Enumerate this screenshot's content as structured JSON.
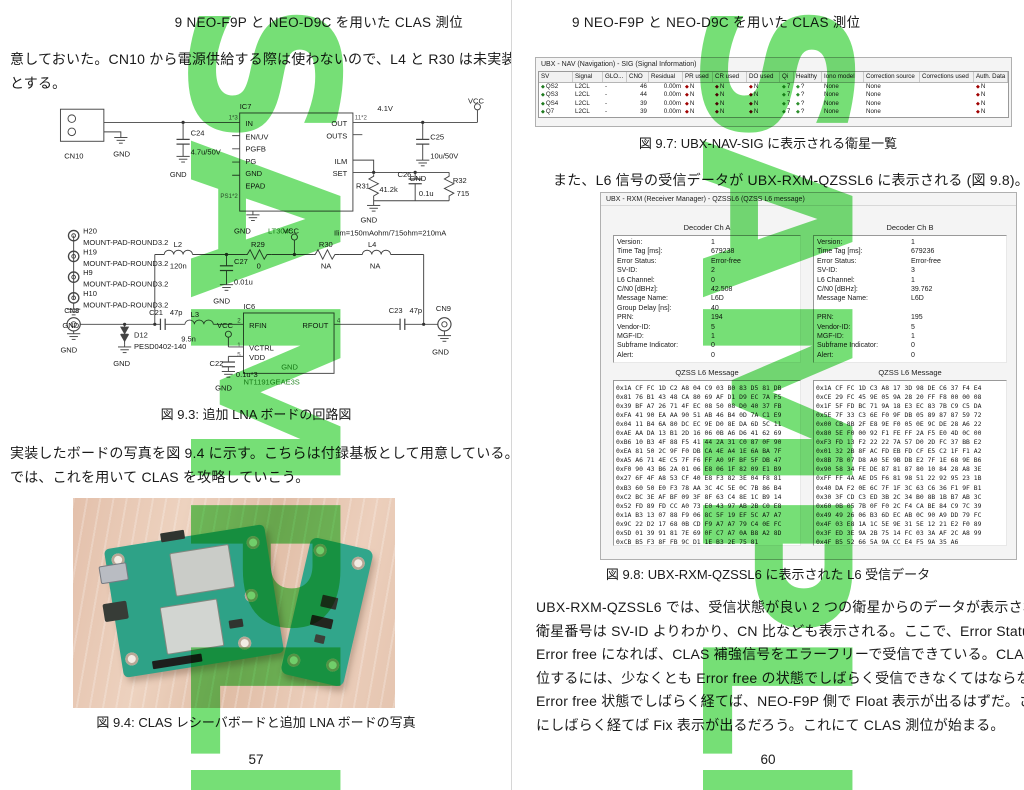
{
  "wm": "SAMPLE",
  "accent_green": "#58d858",
  "lp": {
    "header": "9 NEO-F9P と NEO-D9C を用いた CLAS 測位",
    "para1": [
      "意しておいた。CN10 から電源供給する際は使わないので、L4 と R30 は未実装",
      "とする。"
    ],
    "fig93_caption": "図 9.3: 追加 LNA ボードの回路図",
    "para2": [
      "実装したボードの写真を図 9.4 に示す。こちらは付録基板として用意している。",
      "では、これを用いて CLAS を攻略していこう。"
    ],
    "fig94_caption": "図 9.4: CLAS レシーバボードと追加 LNA ボードの写真",
    "page_number": "57",
    "schematic": {
      "labels": [
        "CN10",
        "GND",
        "C24",
        "4.7u/50V",
        "GND",
        "IC7",
        "IN",
        "EN/UV",
        "PGFB",
        "PG",
        "GND",
        "EPAD",
        "OUT",
        "OUTS",
        "ILM",
        "SET",
        "1*3",
        "11*2",
        "PS1*2",
        "LT3045",
        "GND",
        "4.1V",
        "VCC",
        "C25",
        "10u/50V",
        "GND",
        "R31",
        "41.2k",
        "C26",
        "0.1u",
        "R32",
        "715",
        "GND",
        "Ilim=150mAohm/715ohm=210mA",
        "H20",
        "MOUNT-PAD-ROUND3.2",
        "H19",
        "MOUNT-PAD-ROUND3.2",
        "H9",
        "MOUNT-PAD-ROUND3.2",
        "H10",
        "MOUNT-PAD-ROUND3.2",
        "GND",
        "L2",
        "120n",
        "C27",
        "0.01u",
        "GND",
        "R29",
        "0",
        "VCC",
        "R30",
        "NA",
        "L4",
        "NA",
        "CN8",
        "C21",
        "47p",
        "L3",
        "9.5n",
        "D12",
        "PESD0402-140",
        "GND",
        "GND",
        "IC6",
        "RFIN",
        "RFOUT",
        "VCTRL",
        "VDD",
        "GND",
        "NT1191GEAE3S",
        "2",
        "4",
        "1",
        "5",
        "VCC",
        "C22",
        "0.1u*3",
        "GND",
        "C23",
        "47p",
        "CN9",
        "GND"
      ]
    }
  },
  "rp": {
    "header": "9 NEO-F9P と NEO-D9C を用いた CLAS 測位",
    "navsig": {
      "title": "UBX - NAV (Navigation) - SIG (Signal Information)",
      "columns": [
        "SV",
        "Signal",
        "GLO...",
        "CNO",
        "Residual",
        "PR used",
        "CR used",
        "DO used",
        "Qi",
        "Healthy",
        "Iono model",
        "Correction source",
        "Corrections used",
        "Auth. Data"
      ],
      "rows": [
        {
          "sv": "QS2",
          "signal": "L2CL",
          "glo": "-",
          "cno": "46",
          "residual": "0.00m",
          "pr": "N",
          "cr": "N",
          "do": "N",
          "qi": "7",
          "healthy": "?",
          "iono": "None",
          "corr_src": "None",
          "corr_used": "",
          "auth": "N"
        },
        {
          "sv": "QS3",
          "signal": "L2CL",
          "glo": "-",
          "cno": "44",
          "residual": "0.00m",
          "pr": "N",
          "cr": "N",
          "do": "N",
          "qi": "7",
          "healthy": "?",
          "iono": "None",
          "corr_src": "None",
          "corr_used": "",
          "auth": "N"
        },
        {
          "sv": "QS4",
          "signal": "L2CL",
          "glo": "-",
          "cno": "39",
          "residual": "0.00m",
          "pr": "N",
          "cr": "N",
          "do": "N",
          "qi": "7",
          "healthy": "?",
          "iono": "None",
          "corr_src": "None",
          "corr_used": "",
          "auth": "N"
        },
        {
          "sv": "Q7",
          "signal": "L2CL",
          "glo": "-",
          "cno": "39",
          "residual": "0.00m",
          "pr": "N",
          "cr": "N",
          "do": "N",
          "qi": "7",
          "healthy": "?",
          "iono": "None",
          "corr_src": "None",
          "corr_used": "",
          "auth": "N"
        }
      ]
    },
    "fig97_caption": "図 9.7: UBX-NAV-SIG に表示される衛星一覧",
    "para1": "また、L6 信号の受信データが UBX-RXM-QZSSL6 に表示される (図 9.8)。",
    "rxm": {
      "title": "UBX - RXM (Receiver Manager) - QZSSL6 (QZSS L6 message)",
      "chA": {
        "heading": "Decoder Ch A",
        "fields": [
          {
            "label": "Version:",
            "value": "1"
          },
          {
            "label": "Time Tag [ms]:",
            "value": "679238"
          },
          {
            "label": "Error Status:",
            "value": "Error-free"
          },
          {
            "label": "SV-ID:",
            "value": "2"
          },
          {
            "label": "L6 Channel:",
            "value": "0"
          },
          {
            "label": "C/N0 [dBHz]:",
            "value": "42.508"
          },
          {
            "label": "Message Name:",
            "value": "L6D"
          },
          {
            "label": "Group Delay [ns]:",
            "value": "40"
          },
          {
            "label": "PRN:",
            "value": "194"
          },
          {
            "label": "Vendor-ID:",
            "value": "5"
          },
          {
            "label": "MGF-ID:",
            "value": "1"
          },
          {
            "label": "Subframe Indicator:",
            "value": "0"
          },
          {
            "label": "Alert:",
            "value": "0"
          }
        ],
        "msg_heading": "QZSS L6 Message",
        "hex": [
          "0x1A CF FC 1D C2 A8 04 C9 03 B0 83 D5 81 DB",
          "0x81 76 B1 43 48 CA 80 69 AF D1 D9 EC 7A F5",
          "0x39 BF A7 26 71 4F EC 08 50 08 D0 40 37 FB",
          "0xFA 41 90 EA AA 90 51 AB 46 B4 0D 7A C1 E9",
          "0x04 11 B4 6A 80 DC EC 9E D0 8E DA 6D 5C 11",
          "0xAE AA DA 13 B1 2D 16 06 0B A6 D6 41 62 69",
          "0xB6 10 B3 4F 88 F5 41 44 2A 31 C0 87 0F 90",
          "0xEA 81 50 2C 9F F0 DB CA 4E A4 1E 6A BA 7F",
          "0xA5 A6 71 4E C5 7F F6 FF A0 9F BF 5F DB 47",
          "0xF0 90 43 B6 2A 01 06 E8 06 1F 82 09 E1 B9",
          "0x27 6F 4F A8 53 CF 40 E8 F3 82 3E 04 F8 81",
          "0xB3 60 50 E0 F3 78 AA 3C 4C 5E 0C 7B 86 B4",
          "0xC2 BC 3E AF BF 09 3F 8F 63 C4 8E 1C B9 14",
          "0x52 FD 89 FD CC A0 73 E0 43 97 AB 2B C0 E8",
          "0x1A B3 13 07 88 F9 06 8C 5F 19 EF 5C A7 A7",
          "0x9C 22 D2 17 68 0B CD F9 A7 A7 79 C4 0E FC",
          "0x5D 01 39 91 81 7E 69 0F C7 A7 0A B8 A2 8D",
          "0xCB B5 F3 8F FB 9C D1 1E B3 2E 75 81"
        ]
      },
      "chB": {
        "heading": "Decoder Ch B",
        "fields": [
          {
            "label": "Version:",
            "value": "1"
          },
          {
            "label": "Time Tag [ms]:",
            "value": "679236"
          },
          {
            "label": "Error Status:",
            "value": "Error-free"
          },
          {
            "label": "SV-ID:",
            "value": "3"
          },
          {
            "label": "L6 Channel:",
            "value": "1"
          },
          {
            "label": "C/N0 [dBHz]:",
            "value": "39.762"
          },
          {
            "label": "Message Name:",
            "value": "L6D"
          },
          {
            "label": "",
            "value": ""
          },
          {
            "label": "PRN:",
            "value": "195"
          },
          {
            "label": "Vendor-ID:",
            "value": "5"
          },
          {
            "label": "MGF-ID:",
            "value": "1"
          },
          {
            "label": "Subframe Indicator:",
            "value": "0"
          },
          {
            "label": "Alert:",
            "value": "0"
          }
        ],
        "msg_heading": "QZSS L6 Message",
        "hex": [
          "0x1A CF FC 1D C3 A8 17 3D 98 DE C6 37 F4 E4",
          "0xCE 29 FC 45 9E 05 9A 28 20 FF F8 00 00 08",
          "0x1F 5F FD BC 71 9A 18 E3 EC 83 7B C9 C5 DA",
          "0x5E 7F 33 C3 6E F0 9F DB 05 89 87 87 59 72",
          "0x00 CB 8B 2F E8 9E F0 05 0E 9C DE 28 A6 22",
          "0x80 5E F0 00 92 F1 FE FF 2A F5 E0 4D 0C 00",
          "0xF3 FD 13 F2 22 22 7A 57 D0 2D FC 37 BB E2",
          "0x01 32 2B 8F AC FD EB FD CF E5 C2 1F F1 A2",
          "0x8B 7B 07 D8 A0 5E 9B DB E2 7F 1E 68 9E B6",
          "0x90 58 34 FE DE 87 81 87 80 10 84 28 A8 3E",
          "0xFF FF 4A AE D5 F6 81 98 51 22 92 95 23 1B",
          "0x40 DA F2 0E 6C 7F 1F 3C 63 C6 36 F1 9F B1",
          "0x30 3F CD C3 ED 3B 2C 34 B0 8B 1B B7 AB 3C",
          "0x60 0B 05 7B 0F F0 2C F4 CA BE 84 C9 7C 39",
          "0x49 49 26 06 B3 6D EC AB 0C 90 A9 DD 79 FC",
          "0x4F 03 E8 1A 1C 5E 9E 31 5E 12 21 E2 F0 89",
          "0x3F ED 3E 9A 2B 75 14 FC 03 3A AF 2C A8 99",
          "0x4F B5 52 66 5A 9A CC E4 F5 9A 35 A6"
        ]
      }
    },
    "fig98_caption": "図 9.8: UBX-RXM-QZSSL6 に表示された L6 受信データ",
    "para2": [
      "UBX-RXM-QZSSL6 では、受信状態が良い 2 つの衛星からのデータが表示される。",
      "衛星番号は SV-ID よりわかり、CN 比なども表示される。ここで、Error Status が",
      "Error free になれば、CLAS 補強信号をエラーフリーで受信できている。CLAS 測",
      "位するには、少なくとも Error free の状態でしばらく受信できなくてはならない。",
      "Error free 状態でしばらく経てば、NEO-F9P 側で Float 表示が出るはずだ。さら",
      "にしばらく経てば Fix 表示が出るだろう。これにて CLAS 測位が始まる。"
    ],
    "page_number": "60"
  }
}
